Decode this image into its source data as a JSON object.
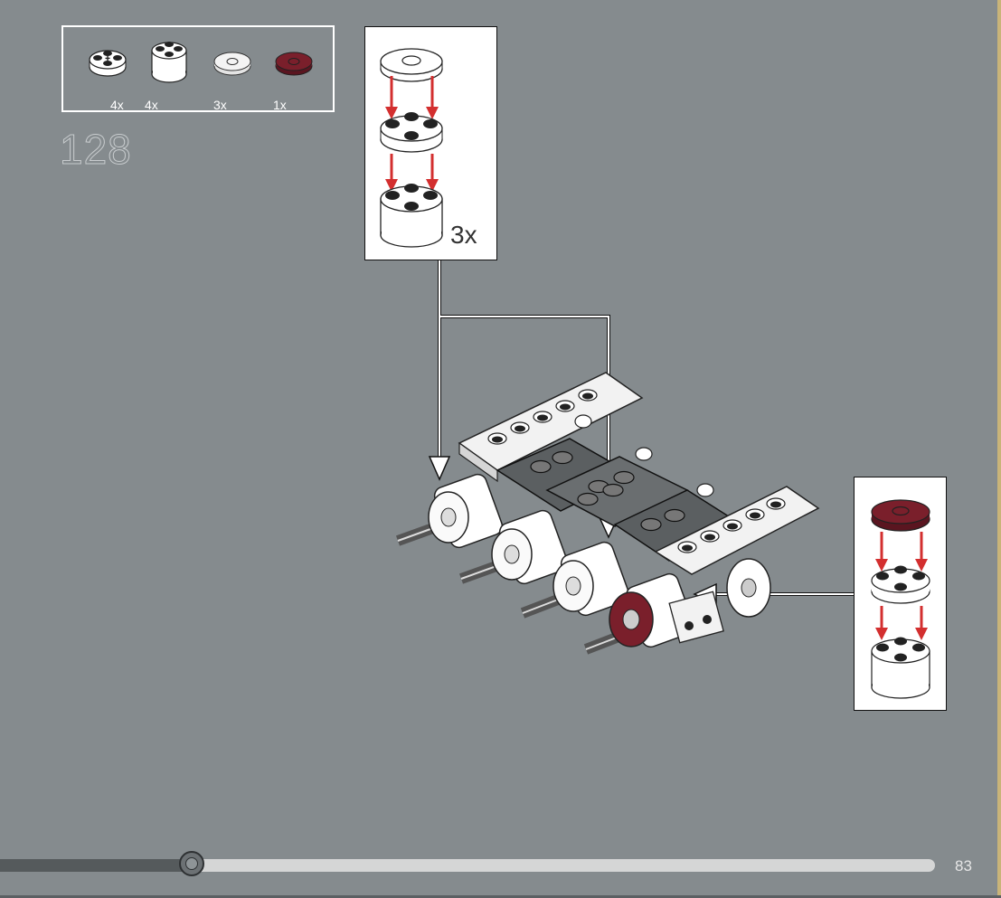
{
  "step": {
    "number": "128"
  },
  "parts_list": [
    {
      "name": "round-plate-2x2-with-axle-hole",
      "qty": "4x",
      "color": "#ffffff"
    },
    {
      "name": "round-brick-2x2",
      "qty": "4x",
      "color": "#ffffff"
    },
    {
      "name": "round-tile-2x2-with-hole",
      "qty": "3x",
      "color": "#eeeeee"
    },
    {
      "name": "round-tile-2x2-with-hole-dark-red",
      "qty": "1x",
      "color": "#7a1f2b"
    }
  ],
  "callouts": {
    "top": {
      "multiplier": "3x"
    },
    "right": {
      "multiplier": ""
    }
  },
  "page": {
    "number": "83"
  },
  "progress": {
    "fraction": 0.205
  },
  "colors": {
    "background": "#858b8e",
    "arrow": "#d32f2f",
    "dark_red": "#7a1f2b",
    "white_part": "#ffffff"
  }
}
